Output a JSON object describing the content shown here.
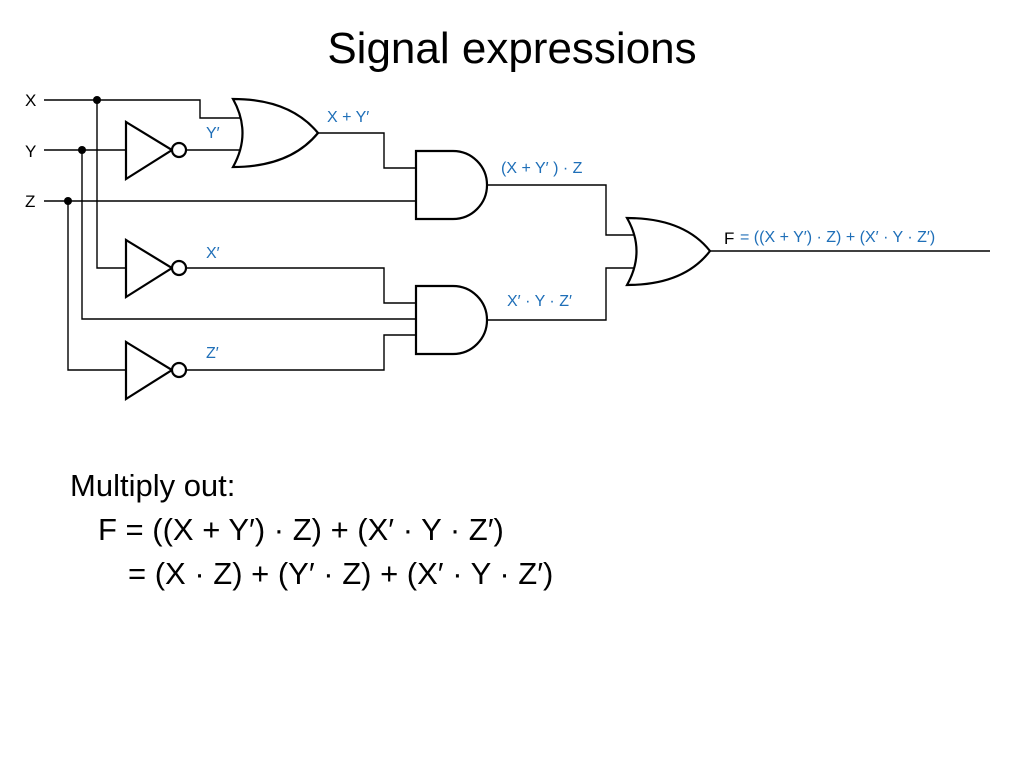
{
  "slide": {
    "title": "Signal expressions"
  },
  "diagram": {
    "inputs": {
      "x": "X",
      "y": "Y",
      "z": "Z"
    },
    "signals": {
      "y_not": "Y′",
      "x_or_ynot": "X + Y′",
      "and_top": "(X + Y′ ) · Z",
      "x_not": "X′",
      "z_not": "Z′",
      "and_bottom": "X′ · Y · Z′",
      "output_name": "F",
      "output_expr": "= ((X + Y′) · Z)  + (X′ · Y · Z′)"
    },
    "colors": {
      "signal_label": "#1f6fb8",
      "wire": "#000000"
    }
  },
  "notes": {
    "heading": "Multiply out:",
    "line1": "F = ((X + Y′) · Z) + (X′ · Y · Z′)",
    "line2": "= (X · Z) + (Y′ · Z) + (X′ · Y · Z′)"
  }
}
